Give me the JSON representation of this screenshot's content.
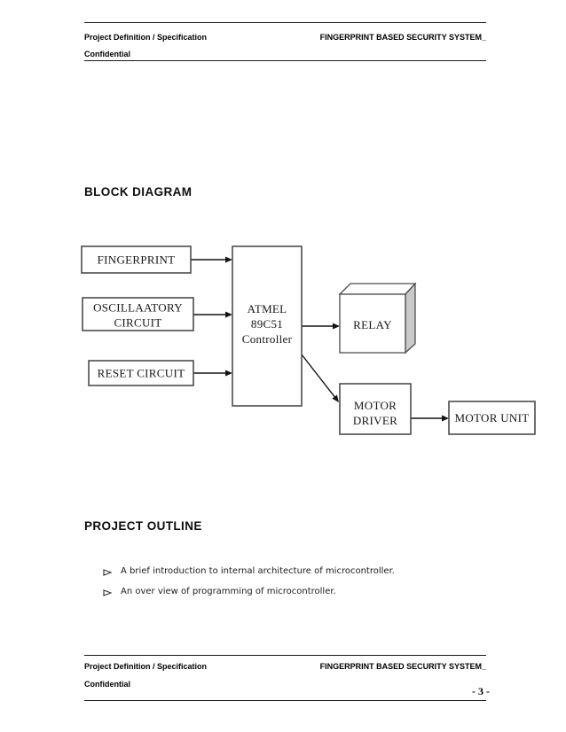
{
  "header": {
    "title_left": "Project Definition / Specification",
    "subtitle_left": "Confidential",
    "title_right": "FINGERPRINT BASED SECURITY SYSTEM_"
  },
  "footer": {
    "title_left": "Project Definition / Specification",
    "subtitle_left": "Confidential",
    "title_right": "FINGERPRINT BASED SECURITY SYSTEM_",
    "page_number": "- 3 -"
  },
  "block_diagram": {
    "heading": "BLOCK DIAGRAM",
    "boxes": {
      "fingerprint": "FINGERPRINT",
      "oscillatory_line1": "OSCILLAATORY",
      "oscillatory_line2": "CIRCUIT",
      "reset": "RESET CIRCUIT",
      "controller_line1": "ATMEL",
      "controller_line2": "89C51",
      "controller_line3": "Controller",
      "relay": "RELAY",
      "motor_driver_line1": "MOTOR",
      "motor_driver_line2": "DRIVER",
      "motor_unit": "MOTOR UNIT"
    }
  },
  "project_outline": {
    "heading": "PROJECT OUTLINE",
    "bullet_icon": "arrowhead-right",
    "items": [
      "A brief introduction to internal architecture of microcontroller.",
      "An over view of programming of microcontroller."
    ]
  },
  "colors": {
    "box_border": "#4d4d4d",
    "connector_line": "#141414",
    "relay_side_fill": "#c9c9c9"
  }
}
